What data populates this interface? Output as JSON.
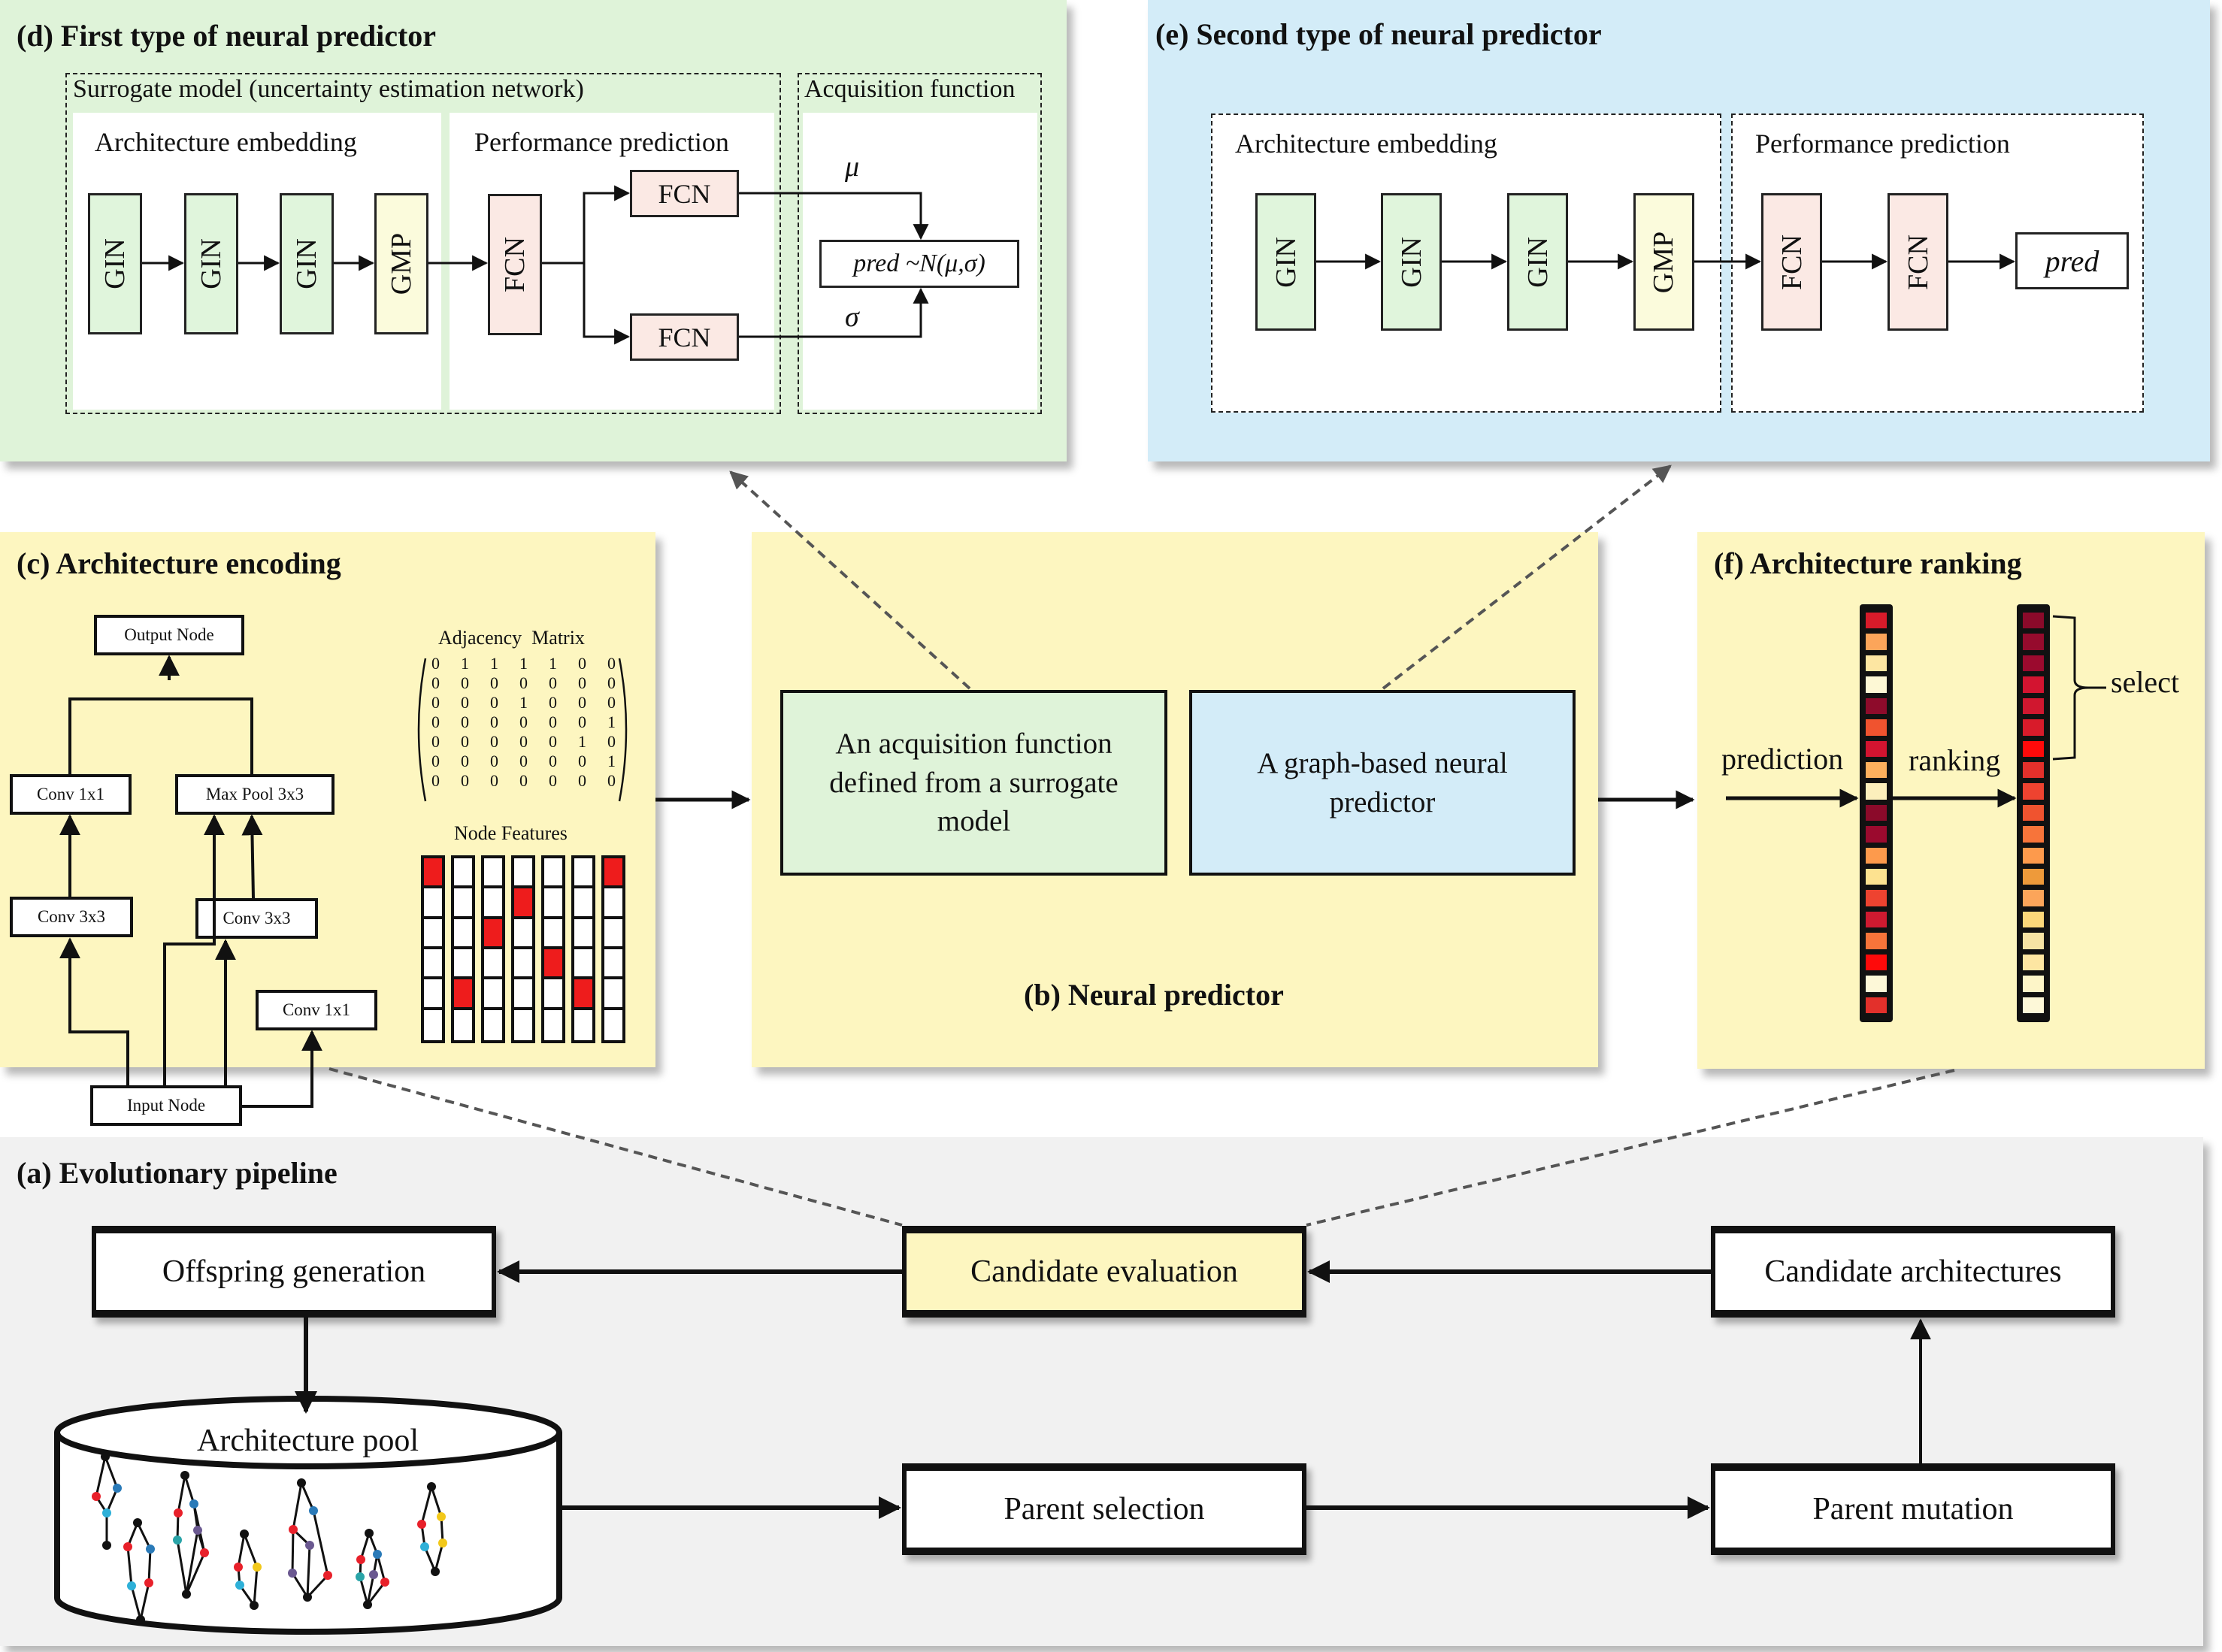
{
  "panels": {
    "d": {
      "title": "(d)  First type of neural predictor",
      "surrogate_label": "Surrogate model (uncertainty estimation network)",
      "acquisition_label": "Acquisition function",
      "embedding_label": "Architecture embedding",
      "prediction_label": "Performance prediction",
      "blocks": [
        "GIN",
        "GIN",
        "GIN",
        "GMP",
        "FCN"
      ],
      "fcn_top": "FCN",
      "fcn_bottom": "FCN",
      "mu_label": "μ",
      "sigma_label": "σ",
      "pred_formula": "pred ~N(μ,σ)",
      "pred_word": "pred",
      "pred_rest": " ~N(μ,σ)",
      "colors": {
        "background": "#dff3d9",
        "gin": "#e0f5dc",
        "gmp": "#fbfbdc",
        "fcn": "#fbe9e4"
      }
    },
    "e": {
      "title": "(e)  Second type of neural predictor",
      "embedding_label": "Architecture embedding",
      "prediction_label": "Performance prediction",
      "blocks": [
        "GIN",
        "GIN",
        "GIN",
        "GMP",
        "FCN",
        "FCN"
      ],
      "pred_label": "pred",
      "colors": {
        "background": "#d3ecf8"
      }
    },
    "c": {
      "title": "(c)  Architecture encoding",
      "nodes": {
        "output": "Output Node",
        "conv1x1_top": "Conv 1x1",
        "maxpool": "Max Pool 3x3",
        "conv3x3_left": "Conv 3x3",
        "conv3x3_right": "Conv 3x3",
        "conv1x1_right": "Conv 1x1",
        "input": "Input Node"
      },
      "adjacency_title": "Adjacency  Matrix",
      "adjacency_matrix": [
        [
          0,
          1,
          1,
          1,
          1,
          0,
          0
        ],
        [
          0,
          0,
          0,
          0,
          0,
          0,
          0
        ],
        [
          0,
          0,
          0,
          1,
          0,
          0,
          0
        ],
        [
          0,
          0,
          0,
          0,
          0,
          0,
          1
        ],
        [
          0,
          0,
          0,
          0,
          0,
          1,
          0
        ],
        [
          0,
          0,
          0,
          0,
          0,
          0,
          1
        ],
        [
          0,
          0,
          0,
          0,
          0,
          0,
          0
        ]
      ],
      "node_features_title": "Node Features",
      "node_features_active_row": [
        0,
        4,
        2,
        1,
        3,
        4,
        0
      ],
      "node_features_rows": 6,
      "colors": {
        "background": "#fdf6c0",
        "feature_on": "#ee1c1c"
      }
    },
    "b": {
      "title": "(b)  Neural predictor",
      "box_left": "An acquisition function defined from a surrogate model",
      "box_right": "A graph-based neural predictor",
      "colors": {
        "background": "#fdf6c0",
        "left_box": "#dff3d9",
        "right_box": "#d3ecf8"
      }
    },
    "f": {
      "title": "(f)  Architecture ranking",
      "prediction_label": "prediction",
      "ranking_label": "ranking",
      "select_label": "select",
      "selected_count": 7,
      "prediction_cells": [
        "#d81b2a",
        "#fca55a",
        "#fde6a2",
        "#fdf8d5",
        "#8e0b2b",
        "#f0532f",
        "#d31430",
        "#fdb05d",
        "#fcefbc",
        "#8b0a2a",
        "#9b0a2e",
        "#fd9a4c",
        "#fde290",
        "#ee4330",
        "#cf1a30",
        "#f7743a",
        "#fe0a0a",
        "#fdf8d8",
        "#e3302b"
      ],
      "ranking_cells": [
        "#8b0a2a",
        "#960b2d",
        "#9b0a2e",
        "#d31430",
        "#d0172f",
        "#d81b2a",
        "#fe0a0a",
        "#e3302b",
        "#ee4330",
        "#f0532f",
        "#f7743a",
        "#fd9a4c",
        "#ee9a3a",
        "#fca55a",
        "#fbd77a",
        "#f6e3a4",
        "#fde6a2",
        "#fdf5c8",
        "#fdf8d8"
      ],
      "colors": {
        "background": "#fdf6c0"
      }
    },
    "a": {
      "title": "(a) Evolutionary pipeline",
      "offspring": "Offspring generation",
      "candidate_evaluation": "Candidate evaluation",
      "candidate_architectures": "Candidate architectures",
      "architecture_pool": "Architecture pool",
      "parent_selection": "Parent selection",
      "parent_mutation": "Parent mutation",
      "colors": {
        "background": "#f1f1f1",
        "evaluation_box": "#fdf6c0"
      }
    }
  }
}
